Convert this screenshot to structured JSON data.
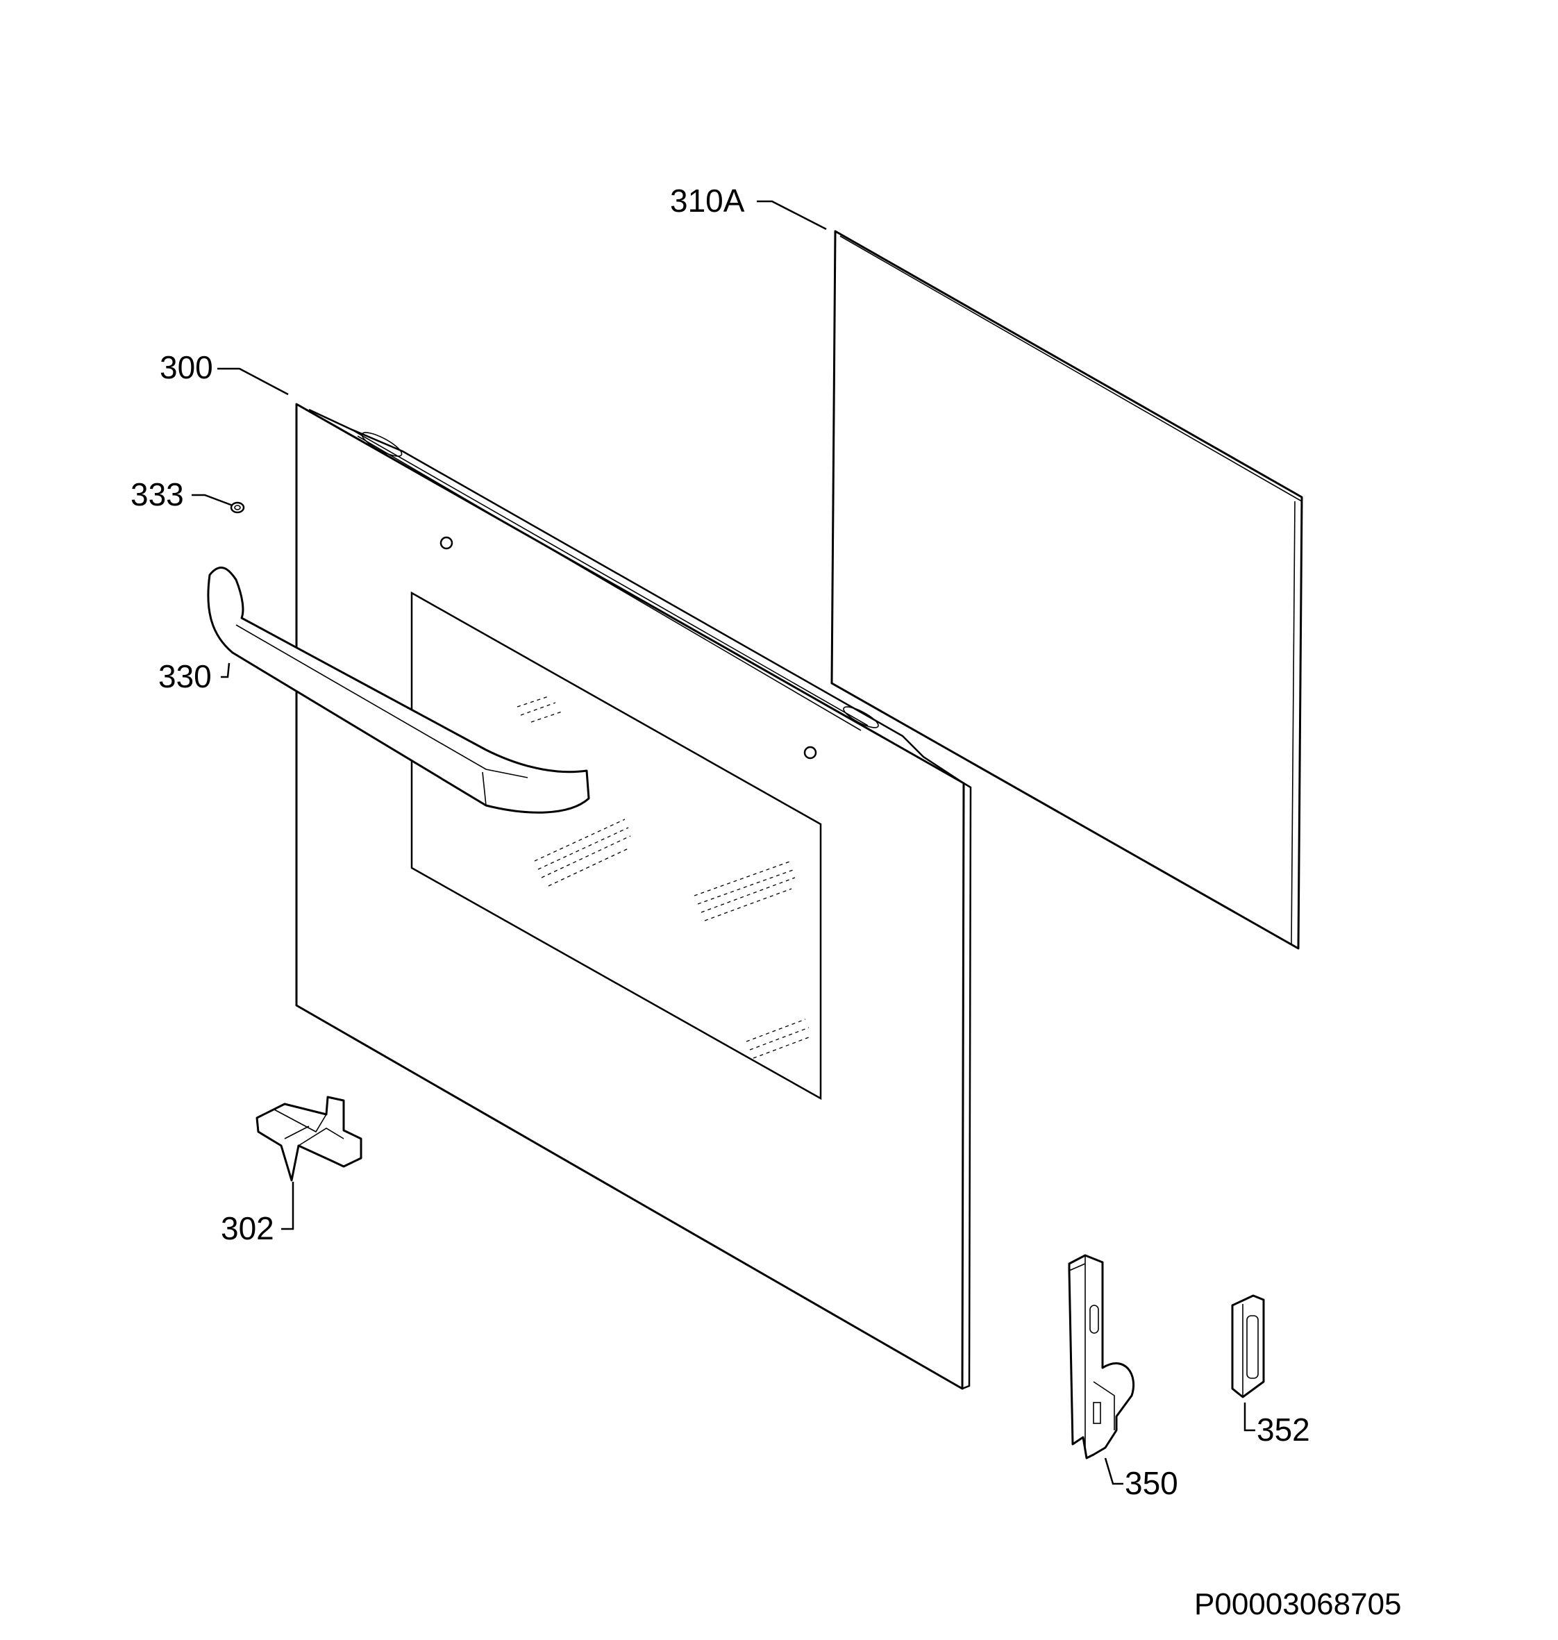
{
  "diagram": {
    "labels": {
      "p310A": "310A",
      "p300": "300",
      "p333": "333",
      "p330": "330",
      "p302": "302",
      "p350": "350",
      "p352": "352"
    },
    "drawing_code": "P00003068705"
  }
}
